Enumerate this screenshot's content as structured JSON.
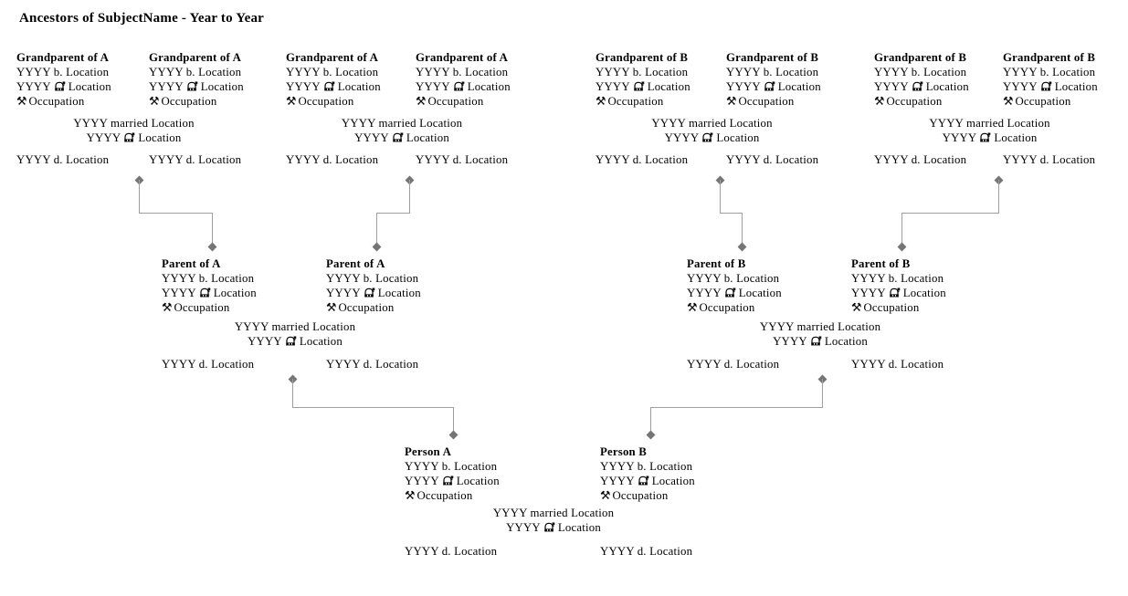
{
  "title": "Ancestors of SubjectName - Year to Year",
  "colors": {
    "background": "#ffffff",
    "text": "#000000",
    "connector_line": "#9e9e9e",
    "connector_node": "#757575"
  },
  "icons": {
    "occupation_glyph": "⚒",
    "occupation_name": "hammer-pick-icon",
    "christening_name": "church-icon"
  },
  "persons": [
    {
      "name": "Grandparent of A",
      "birth": "YYYY b. Location",
      "chr_year": "YYYY",
      "chr_place": "Location",
      "occupation": "Occupation",
      "death": "YYYY d. Location"
    },
    {
      "name": "Grandparent of A",
      "birth": "YYYY b. Location",
      "chr_year": "YYYY",
      "chr_place": "Location",
      "occupation": "Occupation",
      "death": "YYYY d. Location"
    },
    {
      "name": "Grandparent of A",
      "birth": "YYYY b. Location",
      "chr_year": "YYYY",
      "chr_place": "Location",
      "occupation": "Occupation",
      "death": "YYYY d. Location"
    },
    {
      "name": "Grandparent of A",
      "birth": "YYYY b. Location",
      "chr_year": "YYYY",
      "chr_place": "Location",
      "occupation": "Occupation",
      "death": "YYYY d. Location"
    },
    {
      "name": "Grandparent of B",
      "birth": "YYYY b. Location",
      "chr_year": "YYYY",
      "chr_place": "Location",
      "occupation": "Occupation",
      "death": "YYYY d. Location"
    },
    {
      "name": "Grandparent of B",
      "birth": "YYYY b. Location",
      "chr_year": "YYYY",
      "chr_place": "Location",
      "occupation": "Occupation",
      "death": "YYYY d. Location"
    },
    {
      "name": "Grandparent of B",
      "birth": "YYYY b. Location",
      "chr_year": "YYYY",
      "chr_place": "Location",
      "occupation": "Occupation",
      "death": "YYYY d. Location"
    },
    {
      "name": "Grandparent of B",
      "birth": "YYYY b. Location",
      "chr_year": "YYYY",
      "chr_place": "Location",
      "occupation": "Occupation",
      "death": "YYYY d. Location"
    },
    {
      "name": "Parent of A",
      "birth": "YYYY b. Location",
      "chr_year": "YYYY",
      "chr_place": "Location",
      "occupation": "Occupation",
      "death": "YYYY d. Location"
    },
    {
      "name": "Parent of A",
      "birth": "YYYY b. Location",
      "chr_year": "YYYY",
      "chr_place": "Location",
      "occupation": "Occupation",
      "death": "YYYY d. Location"
    },
    {
      "name": "Parent of B",
      "birth": "YYYY b. Location",
      "chr_year": "YYYY",
      "chr_place": "Location",
      "occupation": "Occupation",
      "death": "YYYY d. Location"
    },
    {
      "name": "Parent of B",
      "birth": "YYYY b. Location",
      "chr_year": "YYYY",
      "chr_place": "Location",
      "occupation": "Occupation",
      "death": "YYYY d. Location"
    },
    {
      "name": "Person A",
      "birth": "YYYY b. Location",
      "chr_year": "YYYY",
      "chr_place": "Location",
      "occupation": "Occupation",
      "death": "YYYY d. Location"
    },
    {
      "name": "Person B",
      "birth": "YYYY b. Location",
      "chr_year": "YYYY",
      "chr_place": "Location",
      "occupation": "Occupation",
      "death": "YYYY d. Location"
    }
  ],
  "marriages": [
    {
      "line1": "YYYY married Location",
      "line2_year": "YYYY",
      "line2_place": "Location"
    },
    {
      "line1": "YYYY married Location",
      "line2_year": "YYYY",
      "line2_place": "Location"
    },
    {
      "line1": "YYYY married Location",
      "line2_year": "YYYY",
      "line2_place": "Location"
    },
    {
      "line1": "YYYY married Location",
      "line2_year": "YYYY",
      "line2_place": "Location"
    },
    {
      "line1": "YYYY married Location",
      "line2_year": "YYYY",
      "line2_place": "Location"
    },
    {
      "line1": "YYYY married Location",
      "line2_year": "YYYY",
      "line2_place": "Location"
    },
    {
      "line1": "YYYY married Location",
      "line2_year": "YYYY",
      "line2_place": "Location"
    }
  ]
}
